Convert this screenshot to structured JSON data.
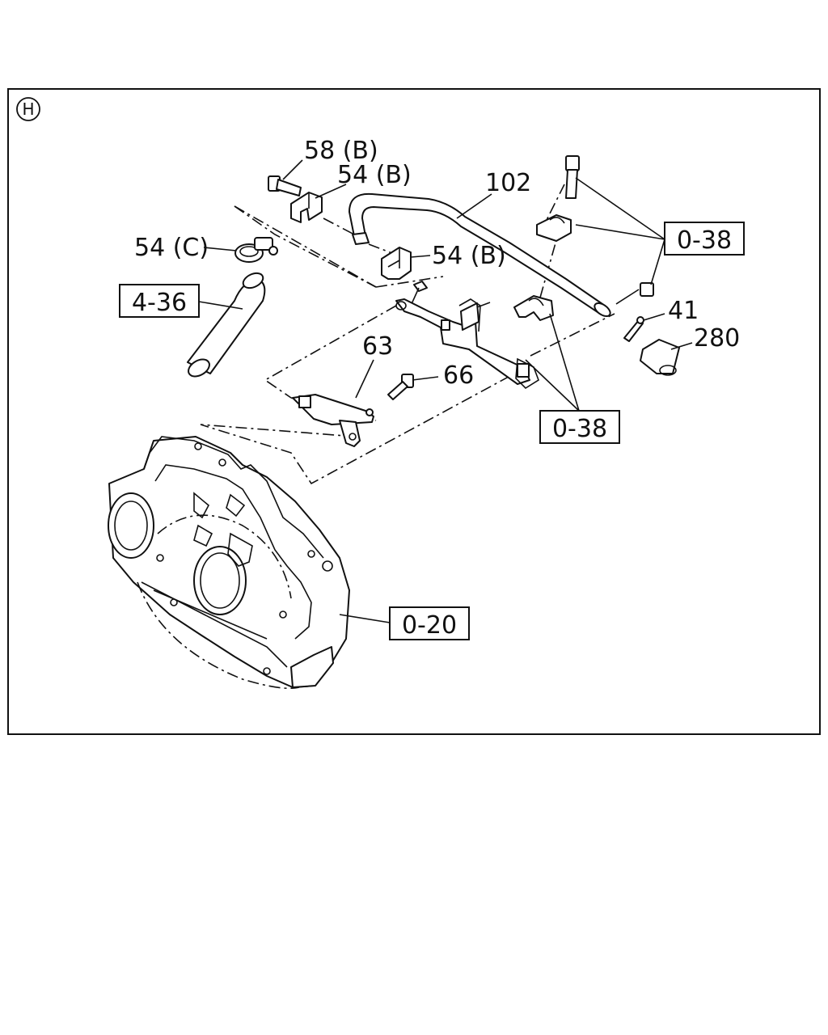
{
  "section": {
    "label": "H"
  },
  "labels": {
    "bolt_58b": "58 (B)",
    "clip_54b_top": "54 (B)",
    "pipe_102": "102",
    "clamp_54c": "54 (C)",
    "clip_54b_mid": "54 (B)",
    "bracket_63": "63",
    "bolt_66": "66",
    "pin_41": "41",
    "sleeve_280": "280"
  },
  "references": {
    "hose_ref": "4-36",
    "clamp_ref_top": "0-38",
    "clamp_ref_bottom": "0-38",
    "housing_ref": "0-20"
  }
}
